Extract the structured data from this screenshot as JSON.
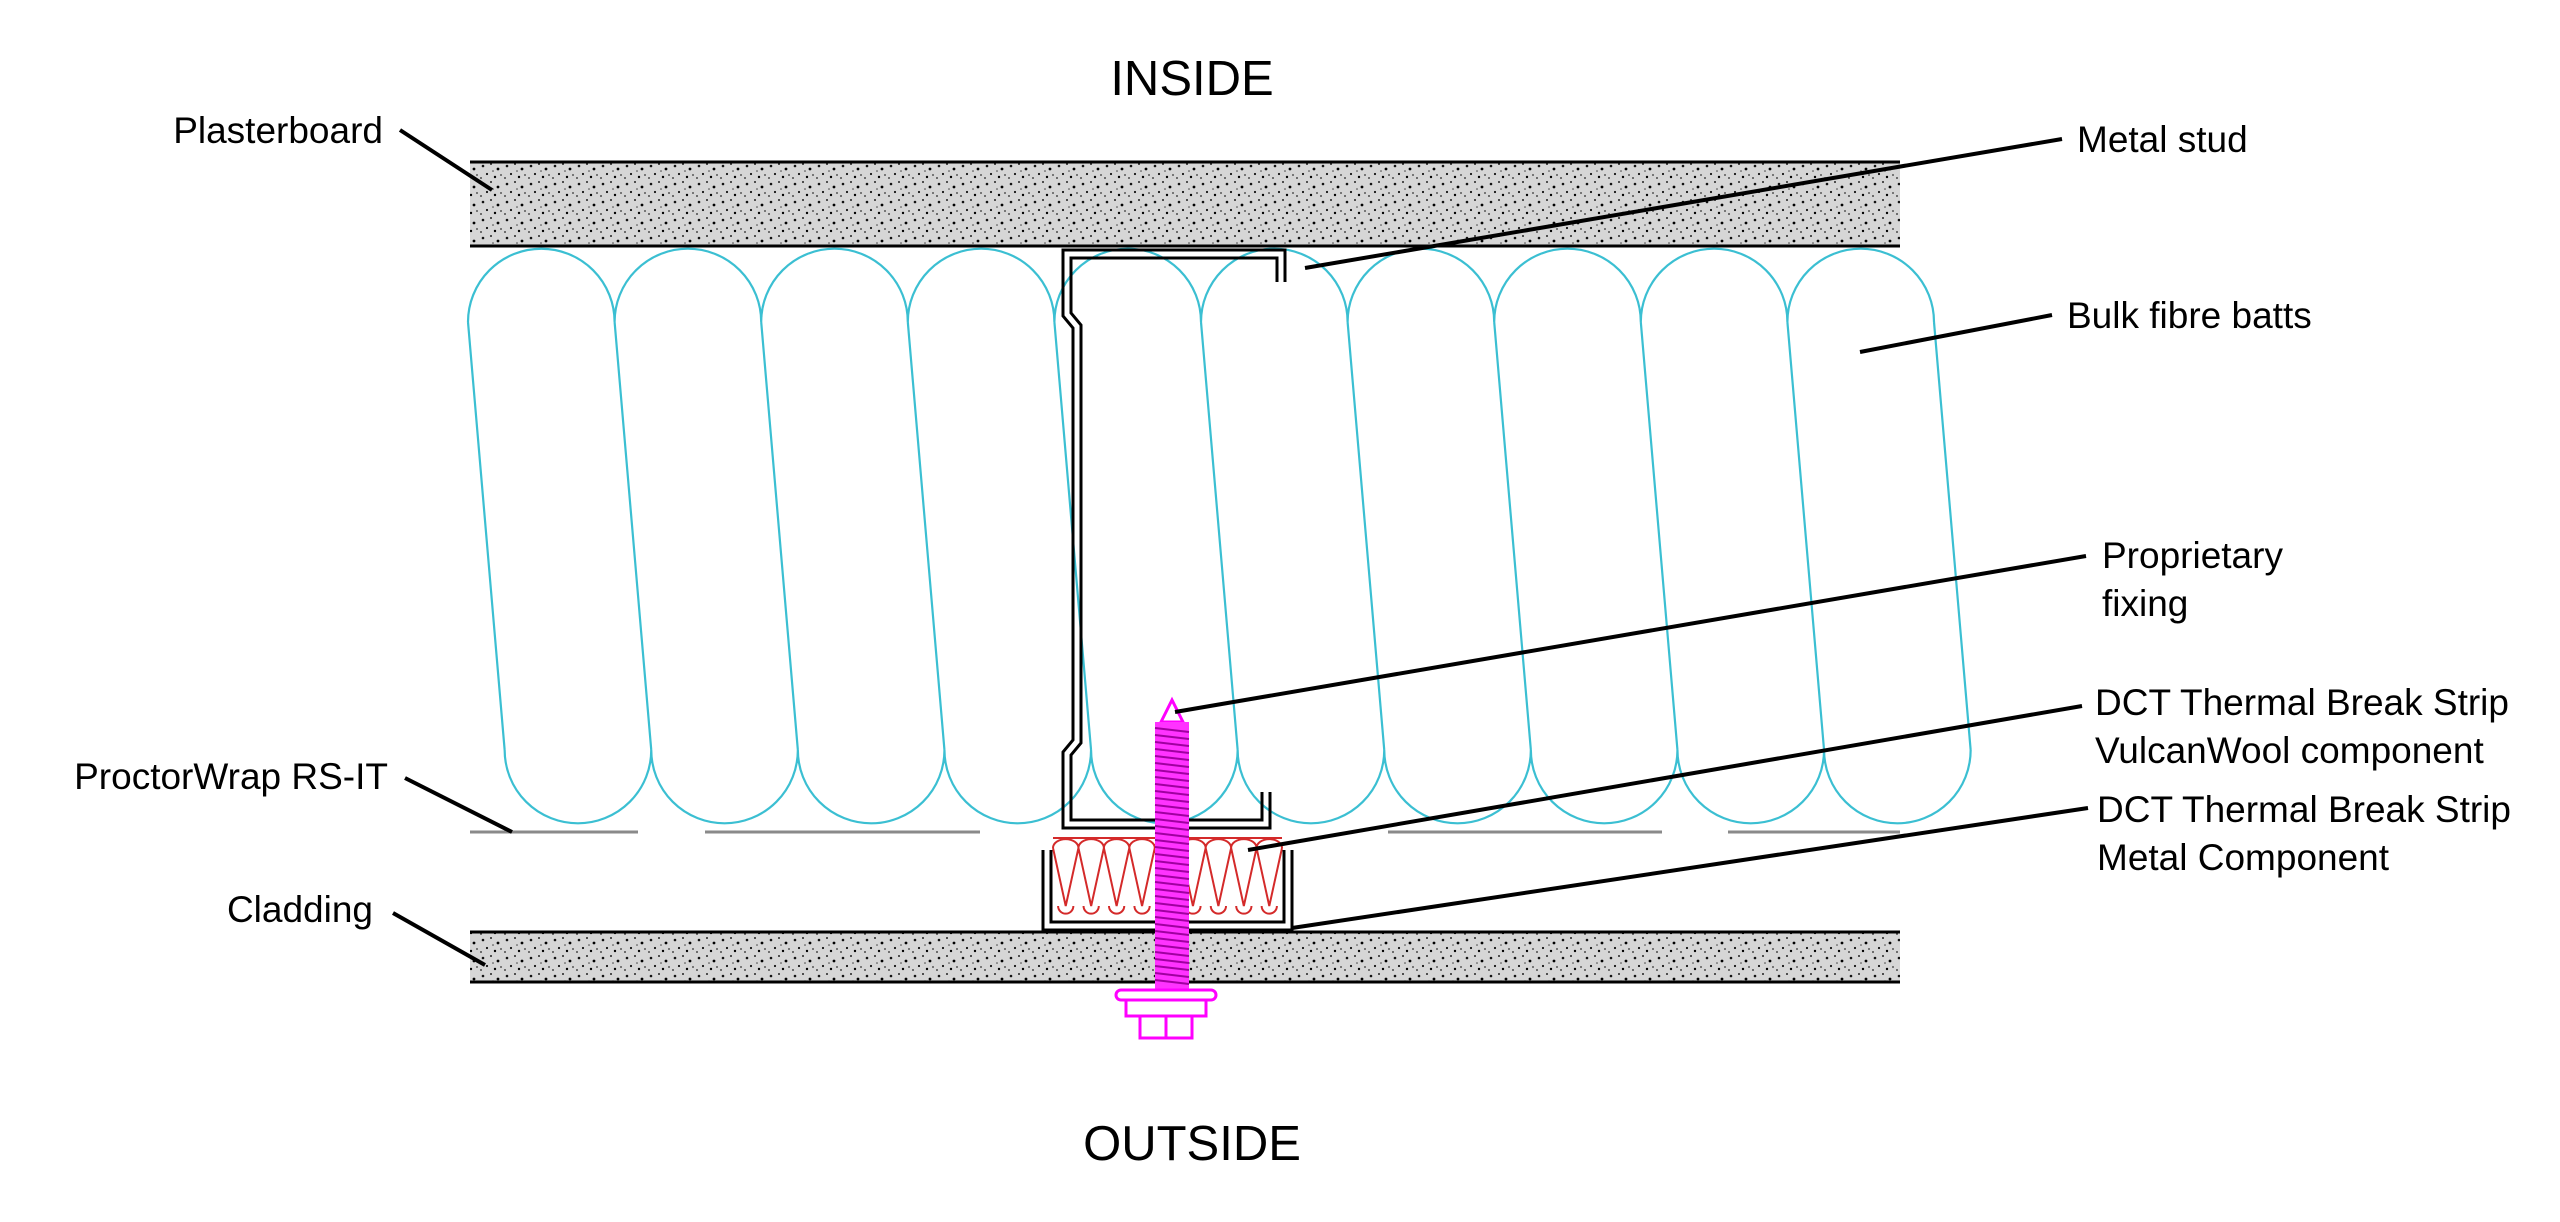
{
  "labels": {
    "inside": "INSIDE",
    "outside": "OUTSIDE",
    "plasterboard": "Plasterboard",
    "metal_stud": "Metal stud",
    "bulk_fibre_batts": "Bulk fibre batts",
    "proprietary_fixing_1": "Proprietary",
    "proprietary_fixing_2": "fixing",
    "vulcanwool_1": "DCT Thermal Break Strip",
    "vulcanwool_2": "VulcanWool component",
    "metal_component_1": "DCT Thermal Break Strip",
    "metal_component_2": "Metal Component",
    "proctorwrap": "ProctorWrap RS-IT",
    "cladding": "Cladding"
  },
  "colors": {
    "board_fill": "#c9c9c9",
    "batt_stroke": "#3bbfd2",
    "wool_stroke": "#d42a2a",
    "fixing": "#ff00ff",
    "outline": "#000000",
    "membrane": "#8a8a8a"
  }
}
